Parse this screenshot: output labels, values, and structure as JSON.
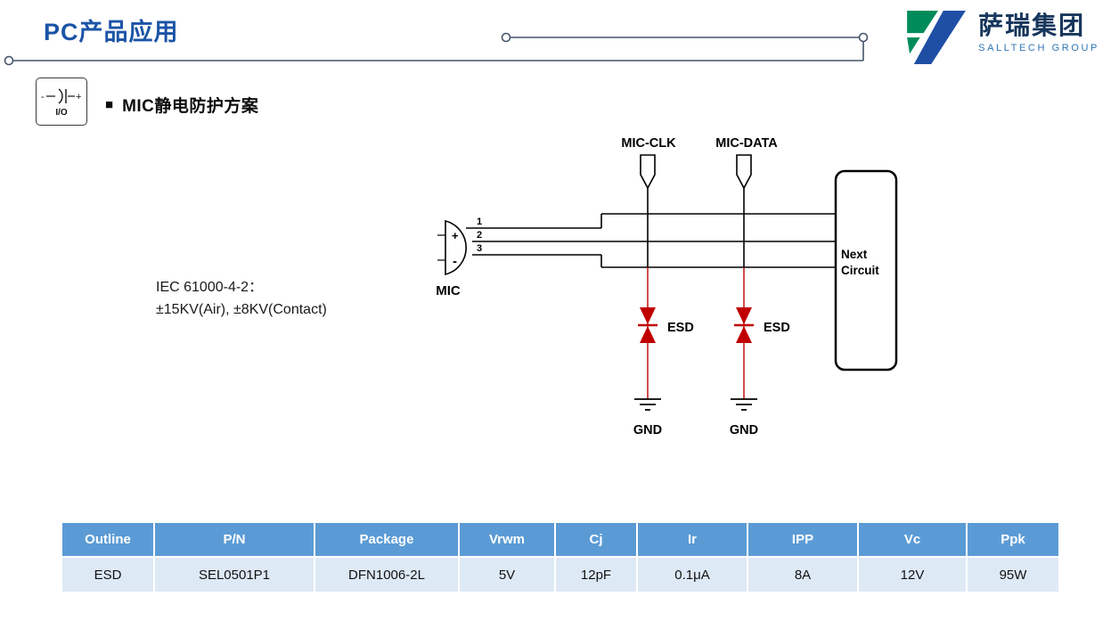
{
  "slide": {
    "title": "PC产品应用",
    "section_bullet": "■",
    "section_title": "MIC静电防护方案"
  },
  "logo": {
    "name": "萨瑞集团",
    "subtitle": "SALLTECH GROUP"
  },
  "io_badge": {
    "label": "I/O",
    "plus": "+",
    "minus": "-"
  },
  "diagram": {
    "signal_clk": "MIC-CLK",
    "signal_data": "MIC-DATA",
    "mic_label": "MIC",
    "mic_plus": "+",
    "mic_minus": "-",
    "pin1": "1",
    "pin2": "2",
    "pin3": "3",
    "esd_label_1": "ESD",
    "esd_label_2": "ESD",
    "gnd_label_1": "GND",
    "gnd_label_2": "GND",
    "next_circuit_line1": "Next",
    "next_circuit_line2": "Circuit",
    "iec_line1": "IEC 61000-4-2：",
    "iec_line2": "±15KV(Air), ±8KV(Contact)"
  },
  "table": {
    "headers": [
      "Outline",
      "P/N",
      "Package",
      "Vrwm",
      "Cj",
      "Ir",
      "IPP",
      "Vc",
      "Ppk"
    ],
    "rows": [
      [
        "ESD",
        "SEL0501P1",
        "DFN1006-2L",
        "5V",
        "12pF",
        "0.1μA",
        "8A",
        "12V",
        "95W"
      ]
    ]
  },
  "colors": {
    "title_blue": "#1B54A6",
    "decor_line": "#44546A",
    "logo_green": "#008C5A",
    "logo_blue": "#1F4FA5",
    "logo_text": "#16365C",
    "diode_red": "#C00000",
    "table_header_bg": "#5B9BD5",
    "table_row_bg": "#DEE9F6"
  }
}
